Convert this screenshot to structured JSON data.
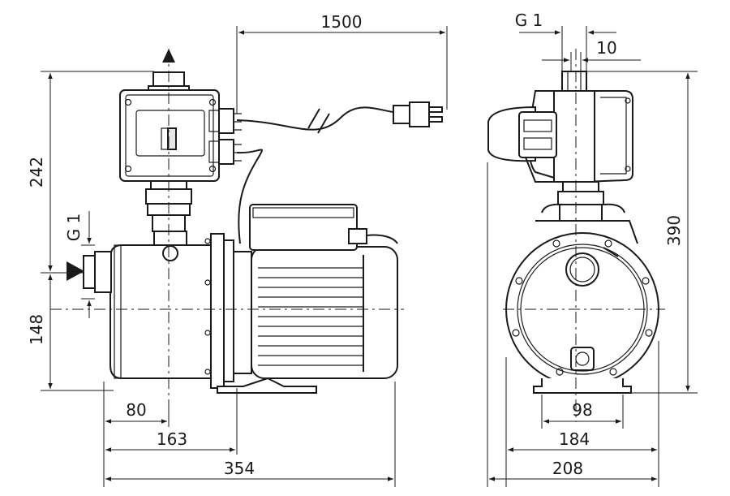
{
  "dimensions": {
    "cable_length": "1500",
    "height_upper": "242",
    "thread_side": "G 1",
    "height_lower": "148",
    "dist_80": "80",
    "dist_163": "163",
    "length_total": "354",
    "thread_top": "G 1",
    "offset_10": "10",
    "height_total": "390",
    "foot_98": "98",
    "foot_184": "184",
    "width_total": "208"
  }
}
